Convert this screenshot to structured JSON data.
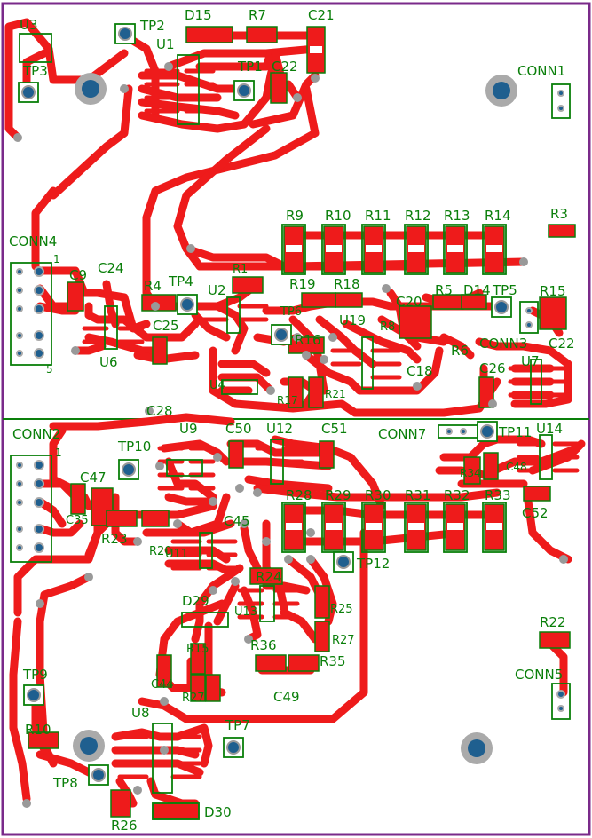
{
  "colors": {
    "board_outline": "#7a2a8a",
    "copper": "#ee1b1b",
    "silkscreen": "#0a7f0a",
    "pad_via": "#999999",
    "mount_hole": "#1f5f8f"
  },
  "labels": {
    "U3": "U3",
    "TP2": "TP2",
    "D15": "D15",
    "R7": "R7",
    "C21": "C21",
    "U1": "U1",
    "TP3": "TP3",
    "TP1": "TP1",
    "C22top": "C22",
    "CONN1": "CONN1",
    "R9": "R9",
    "R10": "R10",
    "R11": "R11",
    "R12": "R12",
    "R13": "R13",
    "R14": "R14",
    "R3": "R3",
    "CONN4": "CONN4",
    "pin1_conn4": "1",
    "pin5_conn4": "5",
    "C9": "C9",
    "C24": "C24",
    "R4": "R4",
    "TP4": "TP4",
    "U2": "U2",
    "R1": "R1",
    "R19": "R19",
    "R18": "R18",
    "R5": "R5",
    "D14": "D14",
    "TP5": "TP5",
    "R15": "R15",
    "C20": "C20",
    "C25": "C25",
    "TP6": "TP6",
    "U19": "U19",
    "R8": "R8",
    "R16": "R16",
    "R6": "R6",
    "CONN3": "CONN3",
    "C22": "C22",
    "U6": "U6",
    "U4": "U4",
    "C18": "C18",
    "C26": "C26",
    "U7": "U7",
    "R17": "R17",
    "R21": "R21",
    "CONN2": "CONN2",
    "C28": "C28",
    "U9": "U9",
    "C50": "C50",
    "U12": "U12",
    "C51": "C51",
    "CONN7": "CONN7",
    "TP11": "TP11",
    "U14": "U14",
    "TP10": "TP10",
    "pin1_conn2": "1",
    "C47": "C47",
    "C35": "C35",
    "R28": "R28",
    "R29": "R29",
    "R30": "R30",
    "R31": "R31",
    "R32": "R32",
    "R33": "R33",
    "R34": "R34",
    "C48": "C48",
    "C52": "C52",
    "R23": "R23",
    "R20": "R20",
    "U11": "U11",
    "C45": "C45",
    "TP12": "TP12",
    "R24": "R24",
    "U13": "U13",
    "R25": "R25",
    "R27": "R27",
    "R36": "R36",
    "R35": "R35",
    "D29": "D29",
    "C44": "C44",
    "R27b": "R27",
    "R15b": "R15",
    "C49": "C49",
    "TP9": "TP9",
    "R22": "R22",
    "CONN5": "CONN5",
    "U8": "U8",
    "TP7": "TP7",
    "R10b": "R10",
    "TP8": "TP8",
    "R26": "R26",
    "D30": "D30"
  }
}
